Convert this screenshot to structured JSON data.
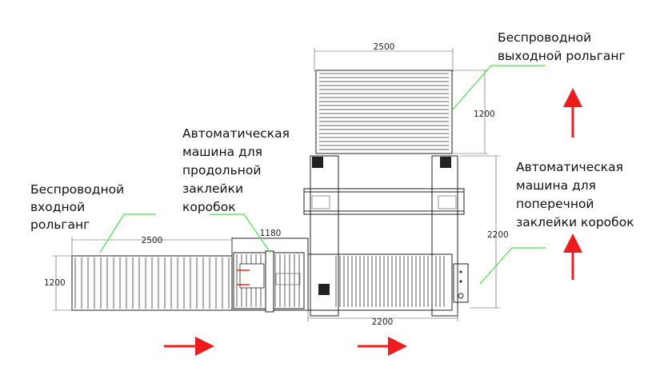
{
  "labels": {
    "output_roller": [
      "Беспроводной",
      "выходной рольганг"
    ],
    "input_roller": [
      "Беспроводной",
      "входной",
      "рольганг"
    ],
    "longitudinal_machine": [
      "Автоматическая",
      "машина для",
      "продольной",
      "заклейки",
      "коробок"
    ],
    "transverse_machine": [
      "Автоматическая",
      "машина для",
      "поперечной",
      "заклейки коробок"
    ]
  },
  "dimensions": {
    "output_width": "2500",
    "output_depth": "1200",
    "input_width": "2500",
    "input_depth": "1200",
    "longitudinal_width": "1180",
    "transverse_width": "2200",
    "transverse_depth": "2200"
  },
  "colors": {
    "leader": "#4de04d",
    "arrow": "#ee1c1c",
    "drawing": "#222222"
  }
}
